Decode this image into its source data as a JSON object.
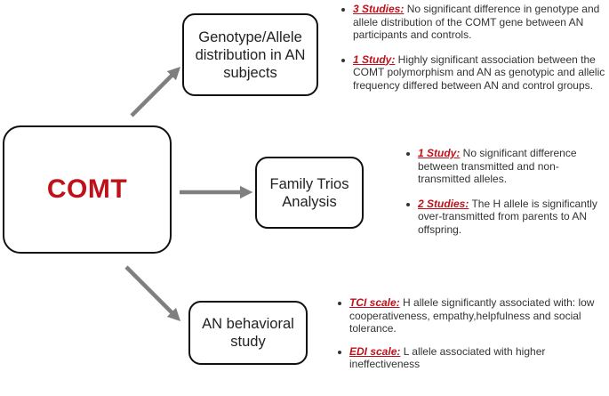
{
  "nodes": {
    "main": "COMT",
    "genotype": "Genotype/Allele distribution in AN subjects",
    "trios": "Family Trios Analysis",
    "behavioral": "AN behavioral study"
  },
  "notes": {
    "genotype": [
      {
        "label": "3 Studies:",
        "text": " No significant difference in genotype and allele distribution of the COMT gene between AN participants and controls."
      },
      {
        "label": "1 Study:",
        "text": " Highly significant association between the COMT polymorphism and AN as genotypic and allelic frequency differed between AN and control groups."
      }
    ],
    "trios": [
      {
        "label": "1 Study:",
        "text": " No significant difference between transmitted and non-transmitted alleles."
      },
      {
        "label": "2 Studies:",
        "text": " The H allele is significantly over-transmitted from parents to AN offspring."
      }
    ],
    "behavioral": [
      {
        "label": "TCI scale:",
        "text": " H allele significantly associated with: low cooperativeness, empathy,helpfulness and social tolerance."
      },
      {
        "label": "EDI scale:",
        "text": " L allele associated with higher ineffectiveness"
      }
    ]
  },
  "colors": {
    "accent": "#c0111a",
    "arrow": "#7f7f7f",
    "border": "#111111"
  }
}
